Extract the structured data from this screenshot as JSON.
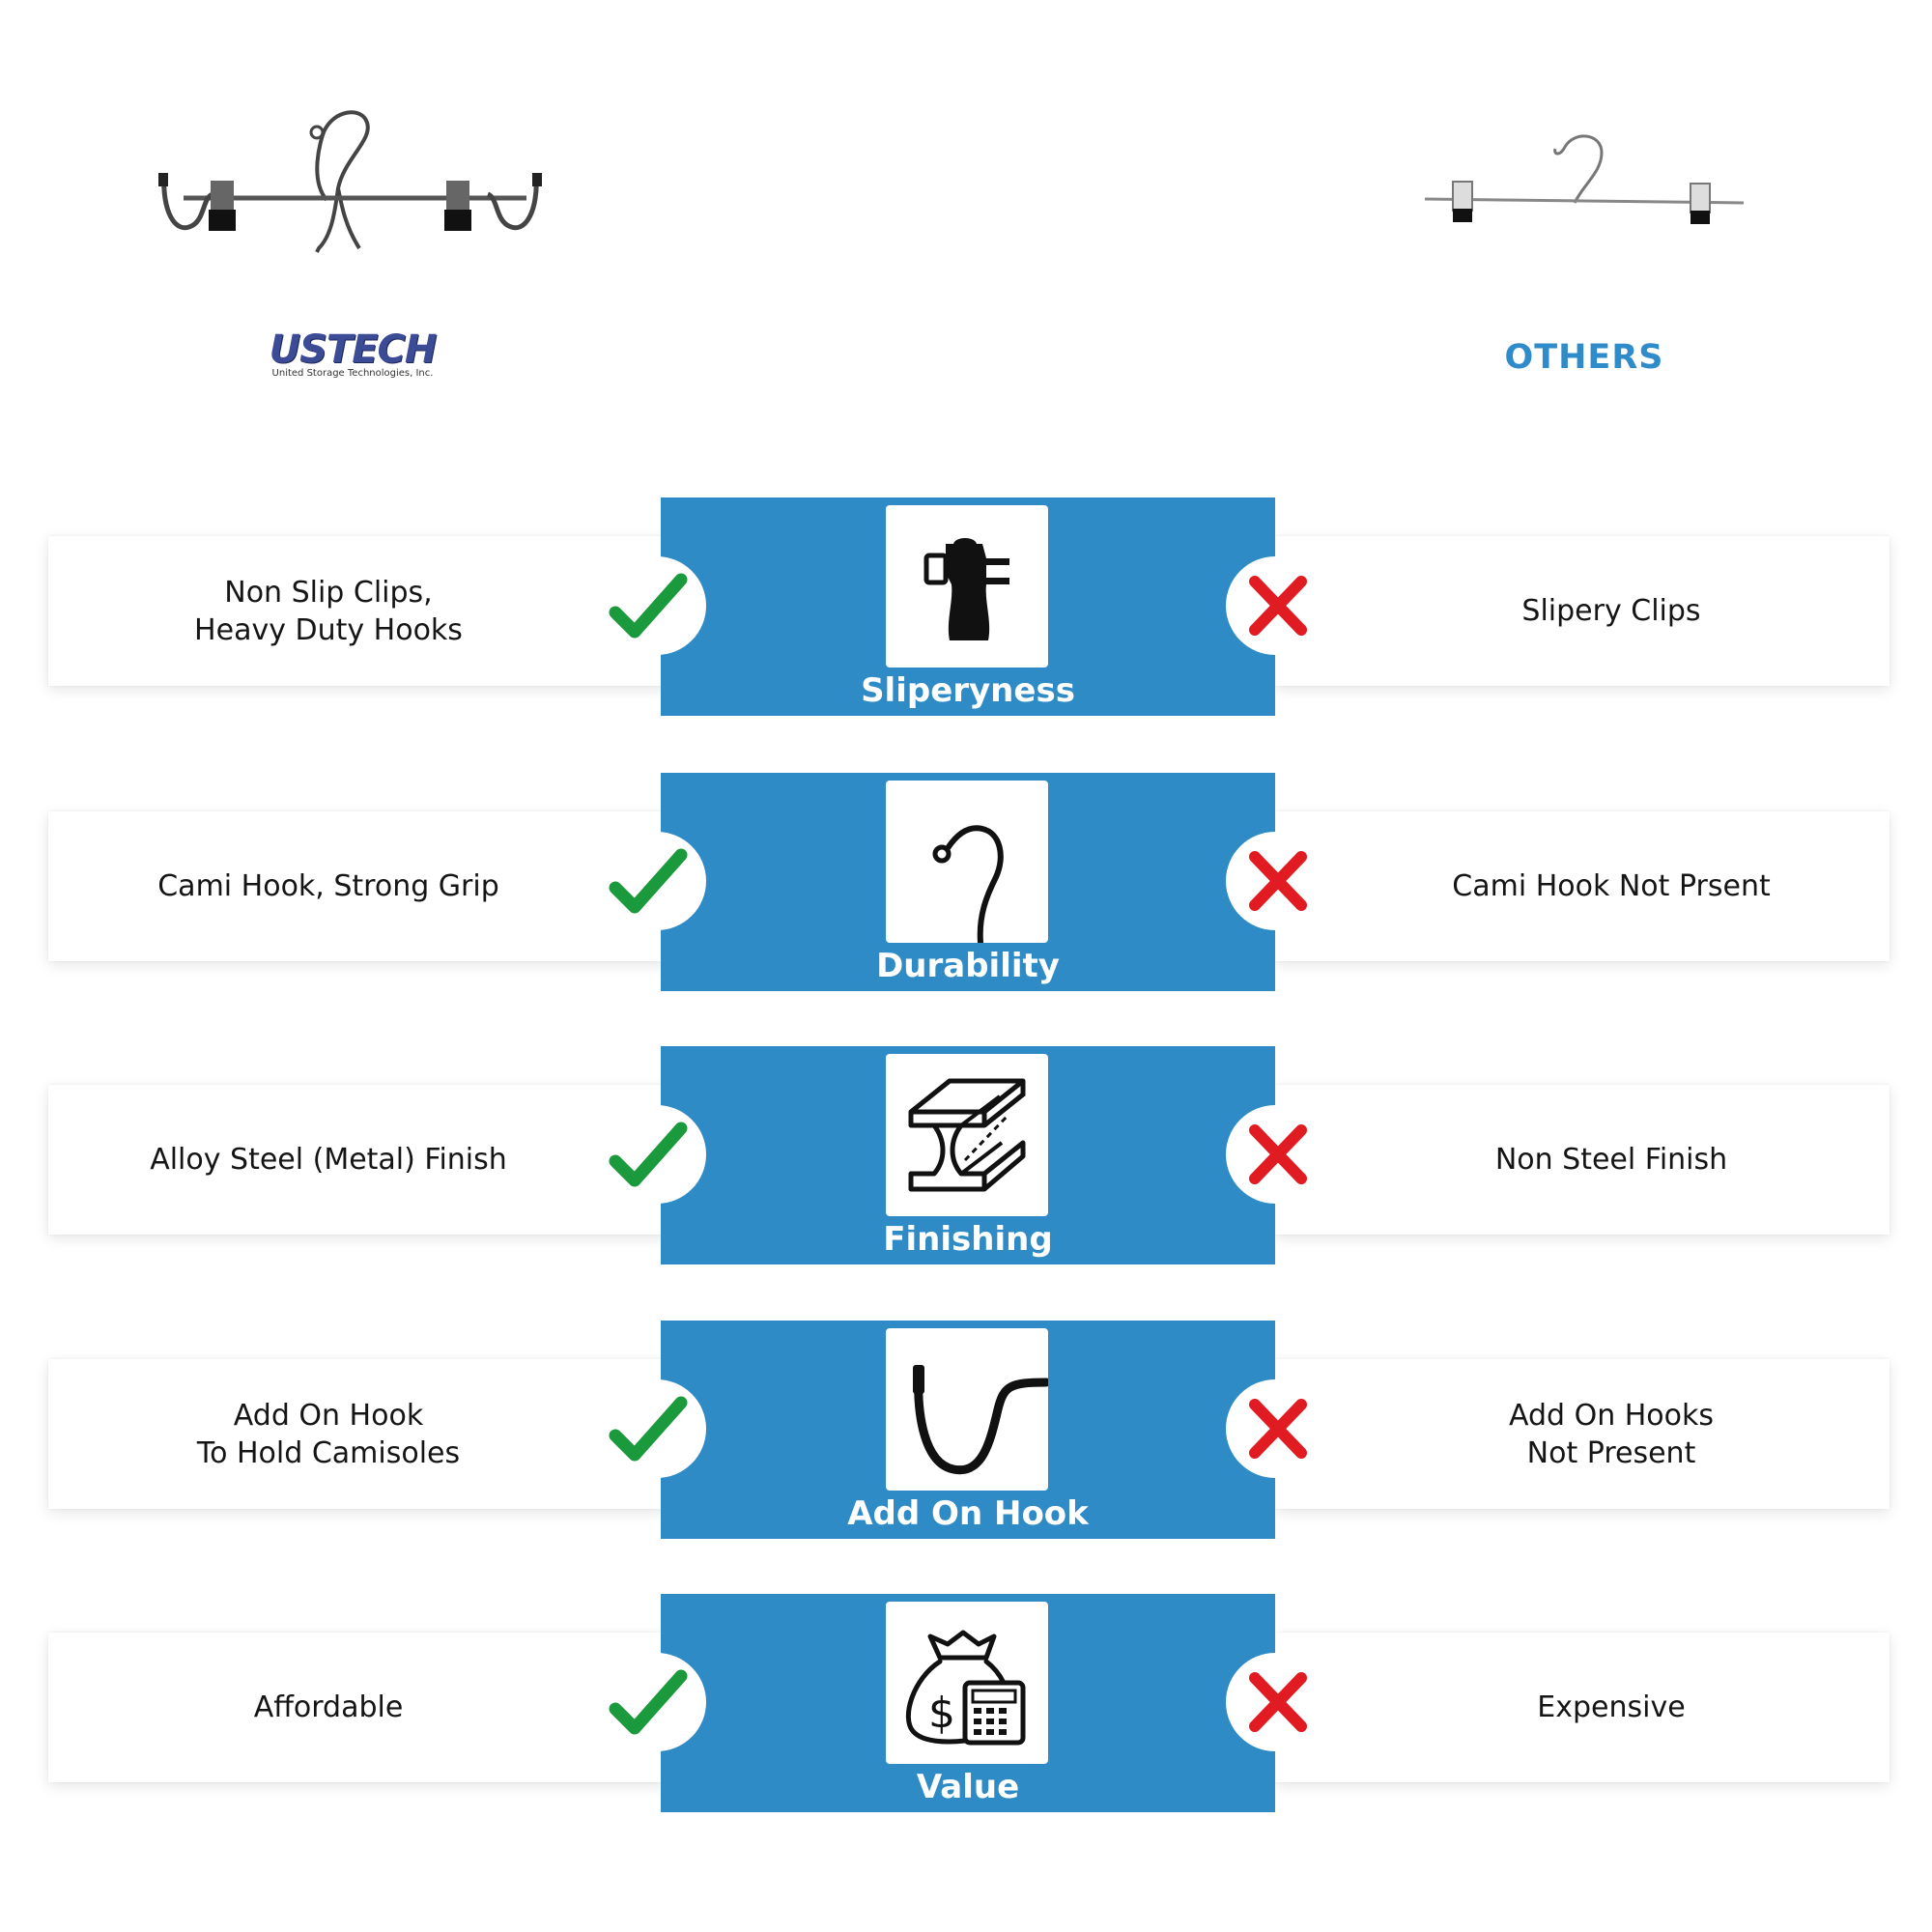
{
  "header": {
    "brand_logo_text": "USTECH",
    "brand_logo_subtext": "United Storage Technologies, Inc.",
    "others_label": "OTHERS"
  },
  "colors": {
    "panel_blue": "#2f8bc6",
    "others_text_blue": "#2f8bc9",
    "check_green": "#1a9a3c",
    "cross_red": "#e01b22"
  },
  "rows": [
    {
      "category": "Sliperyness",
      "icon": "clip-icon",
      "ours": "Non Slip Clips,\nHeavy Duty Hooks",
      "others": "Slipery Clips"
    },
    {
      "category": "Durability",
      "icon": "hook-icon",
      "ours": "Cami Hook, Strong Grip",
      "others": "Cami Hook Not Prsent"
    },
    {
      "category": "Finishing",
      "icon": "steel-beam-icon",
      "ours": "Alloy Steel (Metal) Finish",
      "others": "Non Steel Finish"
    },
    {
      "category": "Add On Hook",
      "icon": "u-hook-icon",
      "ours": "Add On Hook\nTo Hold Camisoles",
      "others": "Add On Hooks\nNot Present"
    },
    {
      "category": "Value",
      "icon": "money-bag-calculator-icon",
      "ours": "Affordable",
      "others": "Expensive"
    }
  ]
}
